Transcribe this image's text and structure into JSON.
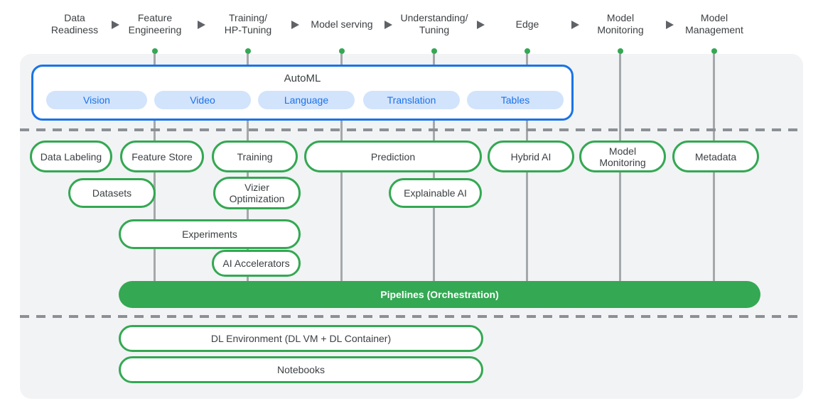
{
  "header": {
    "stages": [
      "Data\nReadiness",
      "Feature\nEngineering",
      "Training/\nHP-Tuning",
      "Model serving",
      "Understanding/\nTuning",
      "Edge",
      "Model\nMonitoring",
      "Model\nManagement"
    ]
  },
  "automl": {
    "title": "AutoML",
    "categories": [
      "Vision",
      "Video",
      "Language",
      "Translation",
      "Tables"
    ]
  },
  "services": [
    "Data Labeling",
    "Feature Store",
    "Training",
    "Prediction",
    "Hybrid AI",
    "Model\nMonitoring",
    "Metadata",
    "Datasets",
    "Vizier\nOptimization",
    "Explainable AI",
    "Experiments",
    "AI Accelerators"
  ],
  "pipelines_label": "Pipelines (Orchestration)",
  "foundation": [
    "DL Environment (DL VM + DL Container)",
    "Notebooks"
  ],
  "icons": {
    "stage_arrow": "right-triangle",
    "connector_dot": "green-circle"
  },
  "colors": {
    "green": "#34a853",
    "blue": "#1a73e8",
    "light_blue_pill": "#d2e3fc",
    "panel_gray": "#f1f3f4",
    "connector_gray": "#a5a8ab",
    "dash_gray": "#8c9095",
    "text_dark": "#3c4043",
    "bar_text": "#ffffff"
  }
}
